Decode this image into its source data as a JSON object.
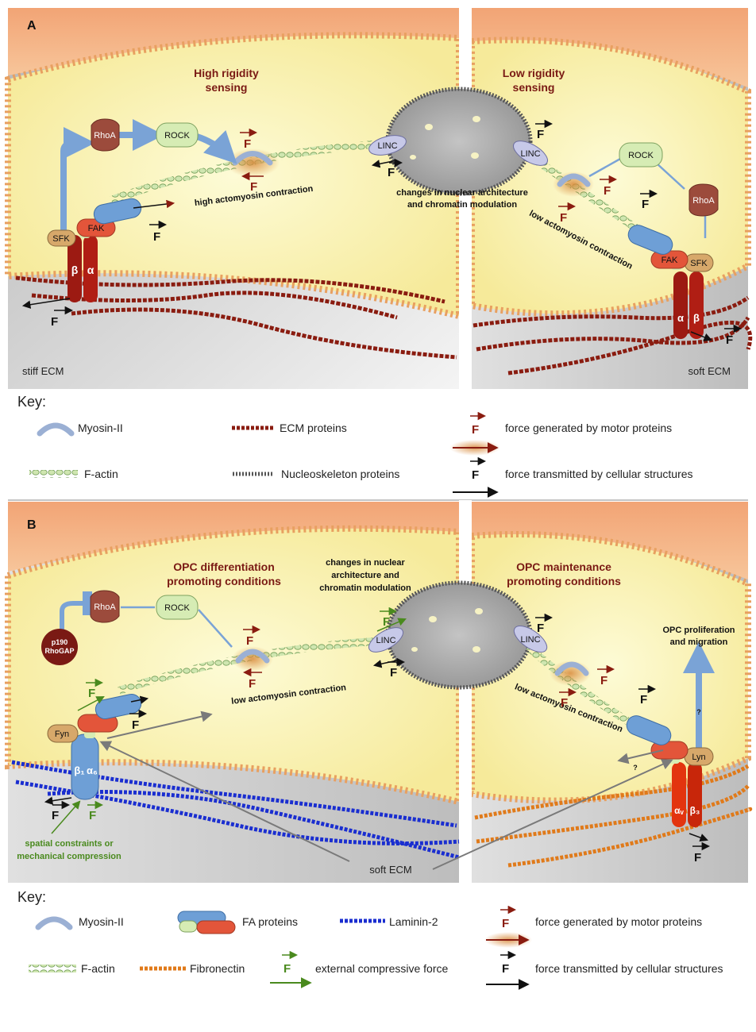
{
  "panels": {
    "a": {
      "letter": "A",
      "left_title": [
        "High rigidity",
        "sensing"
      ],
      "right_title": [
        "Low rigidity",
        "sensing"
      ],
      "high_contraction": "high actomyosin contraction",
      "low_contraction": "low actomyosin contraction",
      "nuclear_note": [
        "changes in nuclear architecture",
        "and chromatin modulation"
      ],
      "stiff_ecm": "stiff ECM",
      "soft_ecm": "soft ECM",
      "proteins": {
        "rhoa": "RhoA",
        "rock": "ROCK",
        "fak": "FAK",
        "sfk": "SFK",
        "linc": "LINC",
        "beta": "β",
        "alpha": "α"
      }
    },
    "b": {
      "letter": "B",
      "left_title": [
        "OPC differentiation",
        "promoting conditions"
      ],
      "right_title": [
        "OPC maintenance",
        "promoting conditions"
      ],
      "nuclear_note": [
        "changes in nuclear",
        "architecture and",
        "chromatin modulation"
      ],
      "low_contraction": "low actomyosin contraction",
      "soft_ecm": "soft ECM",
      "spatial_note": [
        "spatial constraints or",
        "mechanical compression"
      ],
      "proliferation": [
        "OPC proliferation",
        "and migration"
      ],
      "question": "?",
      "proteins": {
        "rhoa": "RhoA",
        "rock": "ROCK",
        "p190_1": "p190",
        "p190_2": "RhoGAP",
        "fyn": "Fyn",
        "lyn": "Lyn",
        "linc": "LINC",
        "b1": "β₁",
        "a6": "α₆",
        "av": "αᵥ",
        "b3": "β₃"
      }
    }
  },
  "force_symbol": "F",
  "key_a": {
    "heading": "Key:",
    "myosin": "Myosin-II",
    "ecm_proteins": "ECM proteins",
    "force_motor": "force generated by motor proteins",
    "factin": "F-actin",
    "nucleoskeleton": "Nucleoskeleton proteins",
    "force_transmitted": "force transmitted by cellular structures"
  },
  "key_b": {
    "heading": "Key:",
    "myosin": "Myosin-II",
    "fa_proteins": "FA proteins",
    "laminin": "Laminin-2",
    "force_motor": "force generated by motor proteins",
    "factin": "F-actin",
    "fibronectin": "Fibronectin",
    "external_force": "external compressive force",
    "force_transmitted": "force transmitted by cellular structures"
  },
  "colors": {
    "membrane": "#e8a060",
    "cytoplasm": "#fbf4b0",
    "ecm_red": "#8a1c10",
    "laminin_blue": "#1a2ed0",
    "fibronectin_orange": "#e07a1a",
    "actin_green": "#cfe6b0",
    "rock_green": "#d6ecb4",
    "rhoa_brown": "#9c4b3c",
    "fak_orange": "#e3553a",
    "fa_blue": "#6e9fd6",
    "linc_lavender": "#c7c9e8",
    "force_red": "#8a1c10",
    "force_green": "#4a8a1e",
    "signal_blue": "#7aa3d6"
  }
}
